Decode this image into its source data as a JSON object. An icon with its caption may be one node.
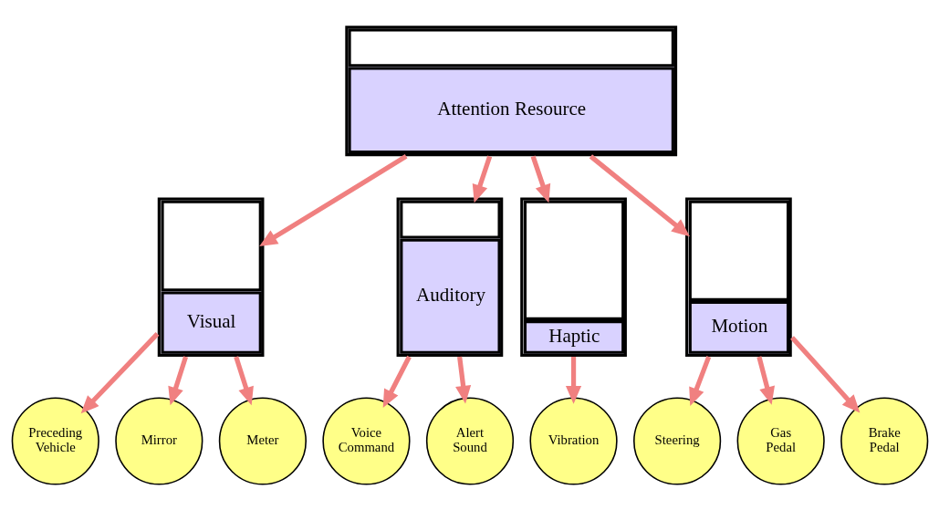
{
  "diagram": {
    "nodes": [
      {
        "text": [
          "Attention Resource"
        ]
      },
      {
        "text": [
          "Visual"
        ]
      },
      {
        "text": [
          "Auditory"
        ]
      },
      {
        "text": [
          "Haptic"
        ]
      },
      {
        "text": [
          "Motion"
        ]
      },
      {
        "text": [
          "Preceding Vehicle"
        ]
      },
      {
        "text": [
          "Mirror"
        ]
      },
      {
        "text": [
          "Meter"
        ]
      },
      {
        "text": [
          "Voice Command"
        ]
      },
      {
        "text": [
          "Alert Sound"
        ]
      },
      {
        "text": [
          "Vibration"
        ]
      },
      {
        "text": [
          "Steering"
        ]
      },
      {
        "text": [
          "Gas Pedal"
        ]
      },
      {
        "text": [
          "Brake Pedal"
        ]
      }
    ],
    "edges": [
      {
        "from": 0,
        "to": 1,
        "arrow": "to"
      },
      {
        "from": 0,
        "to": 2,
        "arrow": "to"
      },
      {
        "from": 0,
        "to": 3,
        "arrow": "to"
      },
      {
        "from": 0,
        "to": 4,
        "arrow": "to"
      },
      {
        "from": 1,
        "to": 5,
        "arrow": "to"
      },
      {
        "from": 1,
        "to": 6,
        "arrow": "to"
      },
      {
        "from": 1,
        "to": 7,
        "arrow": "to"
      },
      {
        "from": 2,
        "to": 8,
        "arrow": "to"
      },
      {
        "from": 2,
        "to": 9,
        "arrow": "to"
      },
      {
        "from": 3,
        "to": 10,
        "arrow": "to"
      },
      {
        "from": 4,
        "to": 11,
        "arrow": "to"
      },
      {
        "from": 4,
        "to": 12,
        "arrow": "to"
      },
      {
        "from": 4,
        "to": 13,
        "arrow": "to"
      }
    ]
  }
}
